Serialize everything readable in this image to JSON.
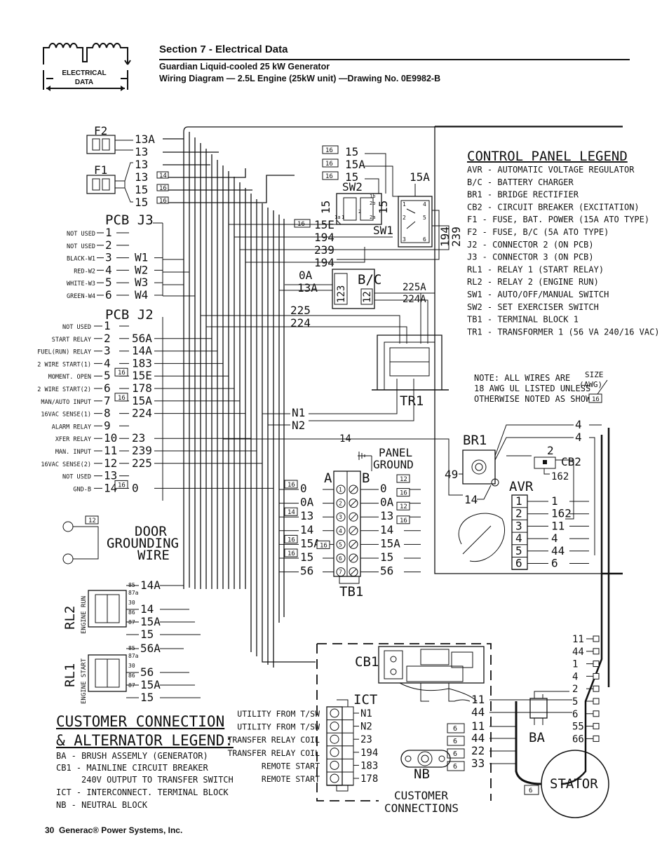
{
  "header": {
    "icon_label_1": "ELECTRICAL",
    "icon_label_2": "DATA",
    "section_title": "Section 7 - Electrical Data",
    "subtitle": "Guardian Liquid-cooled 25 kW Generator",
    "drawing_title": "Wiring Diagram — 2.5L Engine (25kW unit) —Drawing No. 0E9982-B"
  },
  "footer": {
    "page_number": "30",
    "company": "Generac® Power Systems, Inc."
  },
  "fuses": {
    "f2": "F2",
    "f1": "F1",
    "f2_wires": [
      "13A",
      "13"
    ],
    "f1_wires": [
      "13",
      "13",
      "15",
      "15"
    ],
    "f1_gauges": [
      "14",
      "16",
      "16"
    ]
  },
  "pcb_j3": {
    "title": "PCB J3",
    "pins": [
      {
        "name": "NOT USED",
        "pin": "1",
        "wire": ""
      },
      {
        "name": "NOT USED",
        "pin": "2",
        "wire": ""
      },
      {
        "name": "BLACK-W1",
        "pin": "3",
        "wire": "W1"
      },
      {
        "name": "RED-W2",
        "pin": "4",
        "wire": "W2"
      },
      {
        "name": "WHITE-W3",
        "pin": "5",
        "wire": "W3"
      },
      {
        "name": "GREEN-W4",
        "pin": "6",
        "wire": "W4"
      }
    ]
  },
  "pcb_j2": {
    "title": "PCB J2",
    "pins": [
      {
        "name": "NOT USED",
        "pin": "1",
        "wire": "",
        "gauge": ""
      },
      {
        "name": "START RELAY",
        "pin": "2",
        "wire": "56A",
        "gauge": ""
      },
      {
        "name": "FUEL(RUN) RELAY",
        "pin": "3",
        "wire": "14A",
        "gauge": ""
      },
      {
        "name": "2 WIRE START(1)",
        "pin": "4",
        "wire": "183",
        "gauge": ""
      },
      {
        "name": "MOMENT. OPEN",
        "pin": "5",
        "wire": "15E",
        "gauge": "16"
      },
      {
        "name": "2 WIRE START(2)",
        "pin": "6",
        "wire": "178",
        "gauge": ""
      },
      {
        "name": "MAN/AUTO INPUT",
        "pin": "7",
        "wire": "15A",
        "gauge": "16"
      },
      {
        "name": "16VAC SENSE(1)",
        "pin": "8",
        "wire": "224",
        "gauge": ""
      },
      {
        "name": "ALARM RELAY",
        "pin": "9",
        "wire": "",
        "gauge": ""
      },
      {
        "name": "XFER RELAY",
        "pin": "10",
        "wire": "23",
        "gauge": ""
      },
      {
        "name": "MAN. INPUT",
        "pin": "11",
        "wire": "239",
        "gauge": ""
      },
      {
        "name": "16VAC SENSE(2)",
        "pin": "12",
        "wire": "225",
        "gauge": ""
      },
      {
        "name": "NOT USED",
        "pin": "13",
        "wire": "",
        "gauge": ""
      },
      {
        "name": "GND-B",
        "pin": "14",
        "wire": "0",
        "gauge": "16"
      }
    ]
  },
  "switches": {
    "sw2": "SW2",
    "sw1": "SW1",
    "sw2_top_wires": [
      "15",
      "15A",
      "15"
    ],
    "sw2_top_gauges": [
      "16",
      "16",
      "16"
    ],
    "side_15_a": "15",
    "side_15_b": "15",
    "sw1_15a": "15A",
    "sw1_side": "194",
    "sw1_side2": "239",
    "sw2_terms": [
      "1",
      "2",
      "1a",
      "2a",
      "1b",
      "2b"
    ],
    "sw1_terms": [
      "1",
      "2",
      "3",
      "4",
      "5",
      "6"
    ],
    "left_wires": [
      "15E",
      "194",
      "239",
      "194"
    ],
    "left_gauge": "16"
  },
  "bc": {
    "label": "B/C",
    "wires_in": [
      "0A",
      "13A"
    ],
    "wires_out": [
      "225A",
      "224A"
    ],
    "pins_left": "123",
    "pins_right": "12"
  },
  "control_wires": [
    "225",
    "224"
  ],
  "tr1": {
    "label": "TR1"
  },
  "n_wires": [
    "N1",
    "N2"
  ],
  "control_legend": {
    "title": "CONTROL PANEL LEGEND",
    "items": [
      "AVR - AUTOMATIC VOLTAGE REGULATOR",
      "B/C - BATTERY CHARGER",
      "BR1 - BRIDGE RECTIFIER",
      "CB2 - CIRCUIT BREAKER (EXCITATION)",
      "F1 - FUSE, BAT. POWER (15A ATO TYPE)",
      "F2 - FUSE, B/C (5A ATO TYPE)",
      "J2 - CONNECTOR 2 (ON PCB)",
      "J3 - CONNECTOR 3 (ON PCB)",
      "RL1 - RELAY 1 (START RELAY)",
      "RL2 - RELAY 2 (ENGINE RUN)",
      "SW1 - AUTO/OFF/MANUAL SWITCH",
      "SW2 - SET EXERCISER SWITCH",
      "TB1 - TERMINAL BLOCK 1",
      "TR1 - TRANSFORMER 1 (56 VA 240/16 VAC)"
    ]
  },
  "note": {
    "lines": [
      "NOTE: ALL WIRES ARE",
      "18 AWG UL LISTED UNLESS",
      "OTHERWISE NOTED AS SHOWN:"
    ],
    "size_label": "SIZE",
    "awg_label": "(AWG)",
    "gauge": "16"
  },
  "br1": {
    "label": "BR1",
    "wire_49": "49",
    "wire_14": "14",
    "top_wires": [
      "4",
      "4"
    ]
  },
  "cb2": {
    "label": "CB2",
    "wires": [
      "2",
      "162"
    ]
  },
  "avr": {
    "label": "AVR",
    "rows": [
      {
        "pin": "1",
        "wire": "1"
      },
      {
        "pin": "2",
        "wire": "162"
      },
      {
        "pin": "3",
        "wire": "11"
      },
      {
        "pin": "4",
        "wire": "4"
      },
      {
        "pin": "5",
        "wire": "44"
      },
      {
        "pin": "6",
        "wire": "6"
      }
    ]
  },
  "panel_ground": {
    "line1": "PANEL",
    "line2": "GROUND",
    "wire": "14"
  },
  "tb1": {
    "label": "TB1",
    "col_a": "A",
    "col_b": "B",
    "rows": [
      {
        "n": "1",
        "left": "0",
        "lg": "16",
        "right": "0",
        "rg": "12"
      },
      {
        "n": "2",
        "left": "0A",
        "lg": "",
        "right": "0A",
        "rg": "16"
      },
      {
        "n": "3",
        "left": "13",
        "lg": "14",
        "right": "13",
        "rg": "12"
      },
      {
        "n": "4",
        "left": "14",
        "lg": "",
        "right": "14",
        "rg": "16"
      },
      {
        "n": "5",
        "left": "15A",
        "lg": "16",
        "right": "15A",
        "rg": "",
        "mid": "16"
      },
      {
        "n": "6",
        "left": "15",
        "lg": "16",
        "right": "15",
        "rg": ""
      },
      {
        "n": "7",
        "left": "56",
        "lg": "",
        "right": "56",
        "rg": ""
      }
    ]
  },
  "door": {
    "gauge": "12",
    "line1": "DOOR",
    "line2": "GROUNDING",
    "line3": "WIRE"
  },
  "rl2": {
    "label": "RL2",
    "sub": "ENGINE RUN",
    "terms": [
      "85",
      "87a",
      "30",
      "86",
      "87"
    ],
    "wires": [
      "14A",
      "14",
      "15A",
      "15"
    ]
  },
  "rl1": {
    "label": "RL1",
    "sub": "ENGINE START",
    "terms": [
      "85",
      "87a",
      "30",
      "86",
      "87"
    ],
    "wires": [
      "56A",
      "56",
      "15A",
      "15"
    ]
  },
  "customer_legend": {
    "title1": "CUSTOMER CONNECTION",
    "title2": "& ALTERNATOR LEGEND:",
    "items": [
      "BA - BRUSH ASSEMLY (GENERATOR)",
      "CB1 - MAINLINE CIRCUIT BREAKER",
      "240V OUTPUT TO TRANSFER SWITCH",
      "ICT - INTERCONNECT. TERMINAL BLOCK",
      "NB - NEUTRAL BLOCK"
    ]
  },
  "ict": {
    "label": "ICT",
    "rows": [
      {
        "desc": "UTILITY FROM T/SW",
        "wire": "N1"
      },
      {
        "desc": "UTILITY FROM T/SW",
        "wire": "N2"
      },
      {
        "desc": "TRANSFER RELAY COIL",
        "wire": "23"
      },
      {
        "desc": "TRANSFER RELAY COIL",
        "wire": "194"
      },
      {
        "desc": "REMOTE START",
        "wire": "183"
      },
      {
        "desc": "REMOTE START",
        "wire": "178"
      }
    ]
  },
  "cb1": {
    "label": "CB1",
    "wires": [
      "11",
      "44",
      "11",
      "44",
      "22",
      "33"
    ],
    "gauges": [
      "6",
      "6",
      "6",
      "6"
    ]
  },
  "nb": {
    "label": "NB"
  },
  "ba": {
    "label": "BA"
  },
  "stator": {
    "label": "STATOR",
    "gauge": "6",
    "wires": [
      "11",
      "44",
      "1",
      "4",
      "2",
      "5",
      "6",
      "55",
      "66"
    ]
  },
  "customer_connections": {
    "line1": "CUSTOMER",
    "line2": "CONNECTIONS"
  }
}
